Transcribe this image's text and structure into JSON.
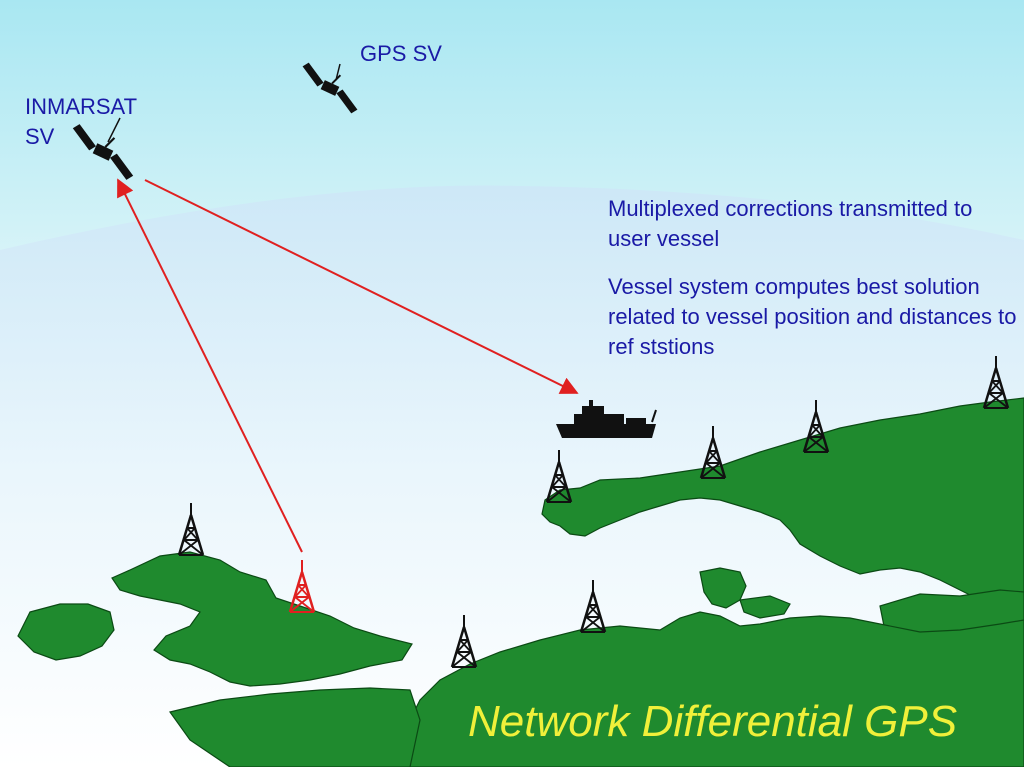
{
  "labels": {
    "gps_sv": "GPS SV",
    "inmarsat_line1": "INMARSAT",
    "inmarsat_line2": "SV"
  },
  "info": {
    "para1": "Multiplexed corrections transmitted to user vessel",
    "para2": "Vessel system computes best solution related to vessel position and distances to ref ststions"
  },
  "footer": {
    "title": "Network Differential GPS"
  },
  "colors": {
    "sky_top": "#a8e6f0",
    "sky_bottom": "#ffffff",
    "land": "#1f8a2e",
    "land_stroke": "#0b4a14",
    "arrow": "#e02020",
    "label_text": "#1a1aa6",
    "footer_text": "#f0f03a",
    "tower": "#111111",
    "highlight_tower": "#e02020"
  },
  "icons": [
    "satellite-icon",
    "satellite-icon",
    "ship-icon",
    "tower-icon"
  ]
}
